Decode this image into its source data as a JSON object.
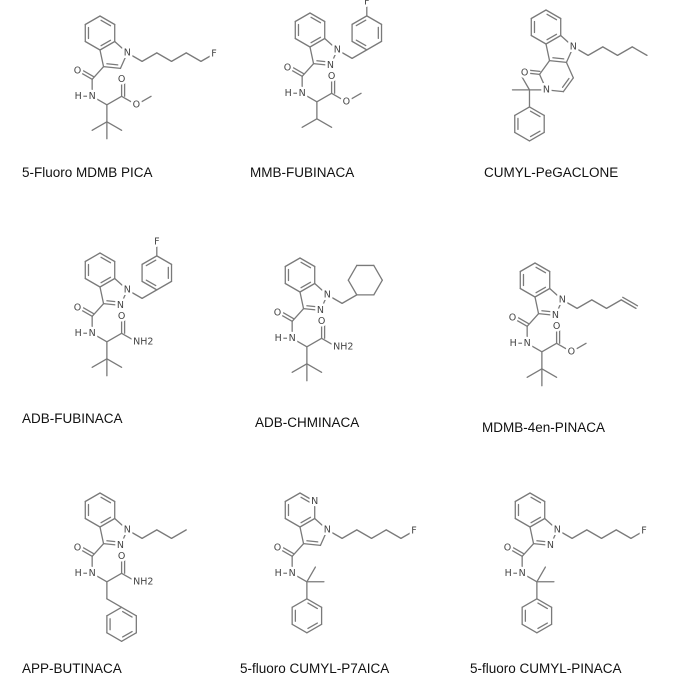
{
  "compounds": [
    {
      "name": "5-Fluoro MDMB PICA",
      "core": "indole",
      "tail": "fluoropentyl",
      "head": "ester_tbu",
      "atoms": {
        "n1": "N",
        "o_carbonyl": "O",
        "n_amide": "N",
        "h_amide": "H",
        "o_ester_dbl": "O",
        "o_ester": "O",
        "f": "F"
      }
    },
    {
      "name": "MMB-FUBINACA",
      "core": "indazole",
      "tail": "fluorobenzyl",
      "head": "ester_ipr",
      "atoms": {
        "n1": "N",
        "n2": "N",
        "o_carbonyl": "O",
        "n_amide": "N",
        "h_amide": "H",
        "o_ester_dbl": "O",
        "o_ester": "O",
        "f": "F"
      }
    },
    {
      "name": "CUMYL-PeGACLONE",
      "core": "carbolinone",
      "tail": "pentyl",
      "head": "lactam_cumyl",
      "atoms": {
        "n1": "N",
        "o_lactam": "O",
        "n_lactam": "N"
      }
    },
    {
      "name": "ADB-FUBINACA",
      "core": "indazole",
      "tail": "fluorobenzyl",
      "head": "amide_tbu",
      "atoms": {
        "n1": "N",
        "n2": "N",
        "o_carbonyl": "O",
        "n_amide": "N",
        "h_amide": "H",
        "o_amide2": "O",
        "nh2": "NH2",
        "f": "F"
      }
    },
    {
      "name": "ADB-CHMINACA",
      "core": "indazole",
      "tail": "cyclohexylmethyl",
      "head": "amide_tbu",
      "atoms": {
        "n1": "N",
        "n2": "N",
        "o_carbonyl": "O",
        "n_amide": "N",
        "h_amide": "H",
        "o_amide2": "O",
        "nh2": "NH2"
      }
    },
    {
      "name": "MDMB-4en-PINACA",
      "core": "indazole",
      "tail": "pentenyl",
      "head": "ester_tbu",
      "atoms": {
        "n1": "N",
        "n2": "N",
        "o_carbonyl": "O",
        "n_amide": "N",
        "h_amide": "H",
        "o_ester_dbl": "O",
        "o_ester": "O"
      }
    },
    {
      "name": "APP-BUTINACA",
      "core": "indazole",
      "tail": "butyl",
      "head": "amide_benzyl",
      "atoms": {
        "n1": "N",
        "n2": "N",
        "o_carbonyl": "O",
        "n_amide": "N",
        "h_amide": "H",
        "o_amide2": "O",
        "nh2": "NH2"
      }
    },
    {
      "name": "5-fluoro CUMYL-P7AICA",
      "core": "azaindole",
      "tail": "fluoropentyl",
      "head": "cumyl",
      "atoms": {
        "n1": "N",
        "n7": "N",
        "o_carbonyl": "O",
        "n_amide": "N",
        "h_amide": "H",
        "f": "F"
      }
    },
    {
      "name": "5-fluoro CUMYL-PINACA",
      "core": "indazole",
      "tail": "fluoropentyl",
      "head": "cumyl",
      "atoms": {
        "n1": "N",
        "n2": "N",
        "o_carbonyl": "O",
        "n_amide": "N",
        "h_amide": "H",
        "f": "F"
      }
    }
  ]
}
